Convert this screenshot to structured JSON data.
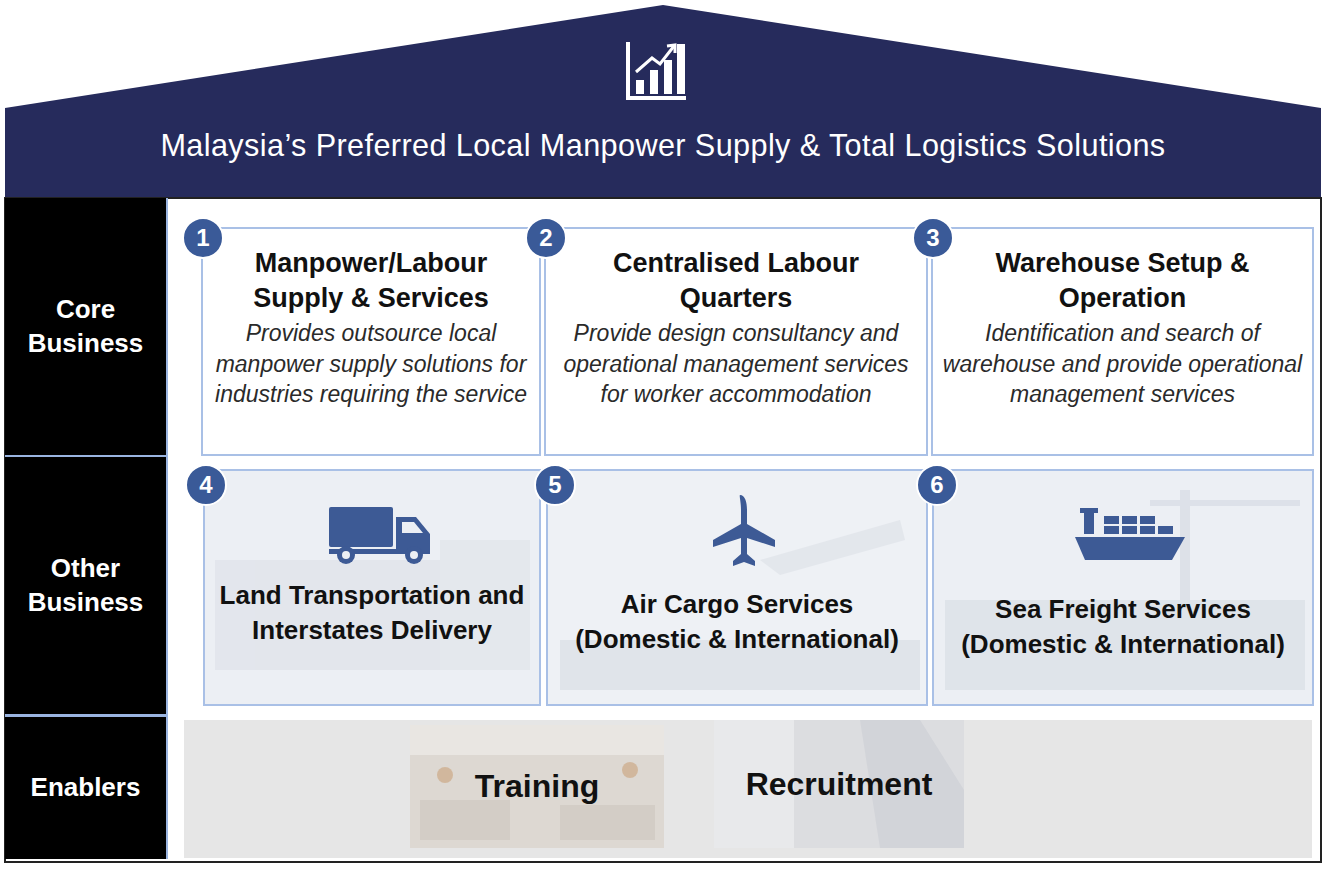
{
  "diagram": {
    "title": "Malaysia’s Preferred Local Manpower Supply & Total Logistics Solutions",
    "nodes": [
      {
        "text": [
          "Core Business"
        ]
      },
      {
        "text": [
          "Manpower/Labour Supply & Services",
          "Provides outsource local manpower supply solutions for industries requiring the service"
        ]
      },
      {
        "text": [
          "Centralised Labour Quarters",
          "Provide design consultancy and operational management services for worker accommodation"
        ]
      },
      {
        "text": [
          "Warehouse Setup & Operation",
          "Identification and search of warehouse and provide operational management services"
        ]
      },
      {
        "text": [
          "Other Business"
        ]
      },
      {
        "text": [
          "Land Transportation and Interstates Delivery"
        ]
      },
      {
        "text": [
          "Air Cargo Services (Domestic & International)"
        ]
      },
      {
        "text": [
          "Sea Freight Services (Domestic & International)"
        ]
      },
      {
        "text": [
          "Enablers"
        ]
      },
      {
        "text": [
          "Training"
        ]
      },
      {
        "text": [
          "Recruitment"
        ]
      }
    ],
    "labels": [
      "1",
      "2",
      "3",
      "4",
      "5",
      "6"
    ]
  }
}
